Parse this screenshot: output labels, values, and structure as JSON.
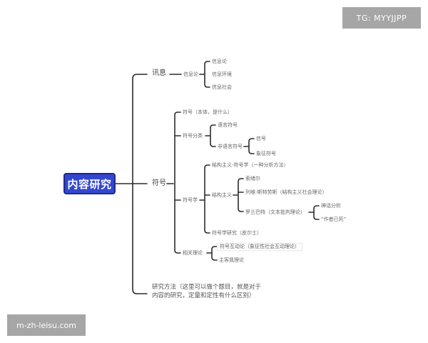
{
  "watermarks": {
    "top_right": "TG: MYYJJPP",
    "bottom_left": "m-zh-leisu.com"
  },
  "colors": {
    "root_fill": "#3347cf",
    "root_border": "#1e2a8a",
    "line": "#2b2b2b",
    "watermark_bg": "#a6a6a6"
  },
  "mindmap": {
    "root": "内容研究",
    "branches": {
      "xunxi": {
        "label": "讯息",
        "child": "信息论",
        "leaves": [
          "信息论",
          "信息环境",
          "信息社会"
        ]
      },
      "fuhao": {
        "label": "符号",
        "benti": "符号（本体，是什么）",
        "fenlei": {
          "label": "符号分类",
          "yuyan": "语言符号",
          "feiyuyan": {
            "label": "非语言符号",
            "leaves": [
              "信号",
              "象征符号"
            ]
          }
        },
        "fuhaoxue": {
          "label": "符号学",
          "jiegou_fuhao": "结构主义-符号学（一种分析方法）",
          "jiegouzhuyi": {
            "label": "结构主义",
            "suoxuer": "索绪尔",
            "liewei": "列维-斯特劳斯（结构主义社会理论）",
            "luolan": {
              "label": "罗兰巴特（文本批判理论）",
              "leaves": [
                "神话分析",
                "“作者已死”"
              ]
            }
          },
          "peirce": "符号学研究（皮尔士）"
        },
        "xiangguan": {
          "label": "相关理论",
          "leaves": [
            "符号互动论（象征性社会互动理论）",
            "主客我理论"
          ]
        }
      },
      "fangfa": {
        "label": "研究方法（这里可以做个题目，就是对于内容的研究，定量和定性有什么区别）"
      }
    }
  }
}
